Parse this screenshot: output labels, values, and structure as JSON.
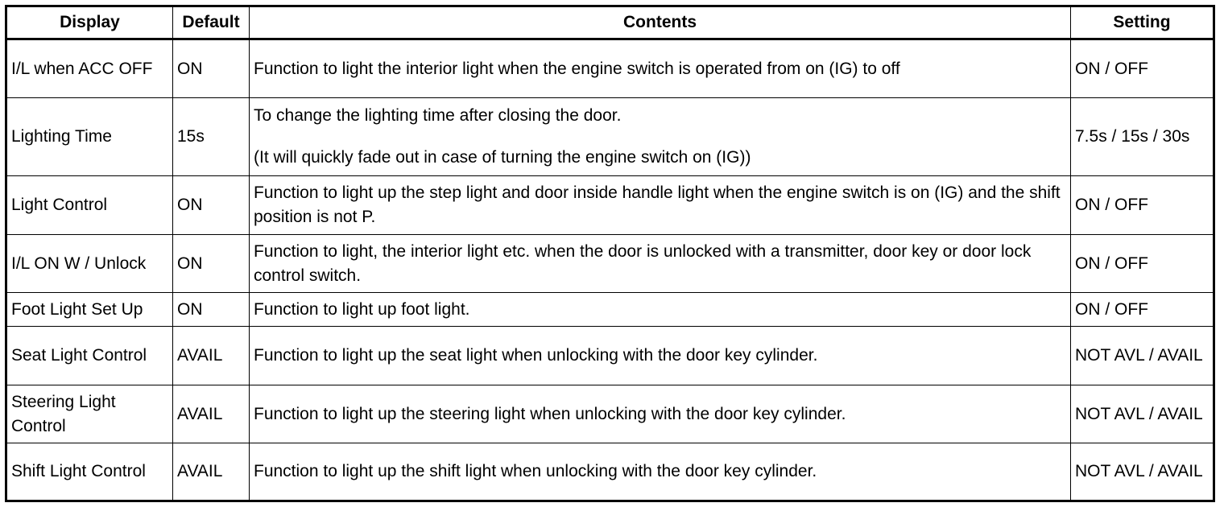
{
  "table": {
    "headers": [
      "Display",
      "Default",
      "Contents",
      "Setting"
    ],
    "rows": [
      {
        "display": "I/L when ACC OFF",
        "default": "ON",
        "contents": [
          "Function to light the interior light when the engine switch is operated from on (IG) to off"
        ],
        "setting": "ON / OFF"
      },
      {
        "display": "Lighting Time",
        "default": "15s",
        "contents": [
          "To change the lighting time after closing the door.",
          "(It will quickly fade out in case of turning the engine switch on (IG))"
        ],
        "setting": "7.5s / 15s / 30s"
      },
      {
        "display": "Light Control",
        "default": "ON",
        "contents": [
          "Function to light up the step light and door inside handle light when the engine switch is on (IG) and the shift position is not P."
        ],
        "setting": "ON / OFF"
      },
      {
        "display": "I/L ON W / Unlock",
        "default": "ON",
        "contents": [
          "Function to light, the interior light etc. when the door is unlocked with a transmitter, door key or door lock control switch."
        ],
        "setting": "ON / OFF"
      },
      {
        "display": "Foot Light Set Up",
        "default": "ON",
        "contents": [
          "Function to light up foot light."
        ],
        "setting": "ON / OFF"
      },
      {
        "display": "Seat Light Control",
        "default": "AVAIL",
        "contents": [
          "Function to light up the seat light when unlocking with the door key cylinder."
        ],
        "setting": "NOT AVL / AVAIL"
      },
      {
        "display": "Steering Light Control",
        "default": "AVAIL",
        "contents": [
          "Function to light up the steering light when unlocking with the door key cylinder."
        ],
        "setting": "NOT AVL / AVAIL"
      },
      {
        "display": "Shift Light Control",
        "default": "AVAIL",
        "contents": [
          "Function to light up the shift light when unlocking with the door key cylinder."
        ],
        "setting": "NOT AVL / AVAIL"
      }
    ]
  }
}
